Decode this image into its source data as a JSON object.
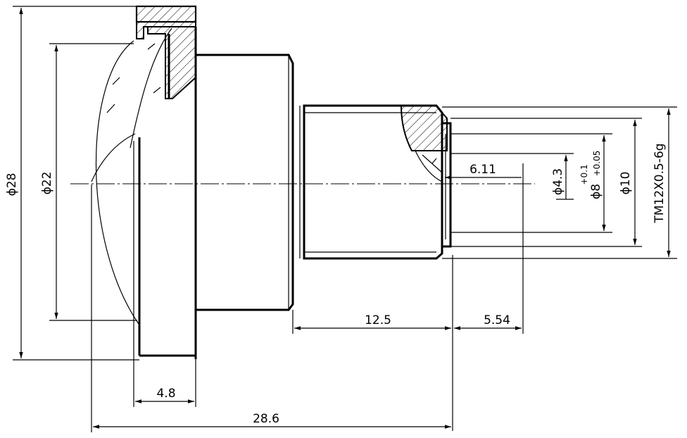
{
  "dimensions": {
    "d28": "ϕ28",
    "d22": "ϕ22",
    "d43": "ϕ4.3",
    "d8": "ϕ8",
    "d8_upper_tol": "+0.1",
    "d8_lower_tol": "+0.05",
    "d10": "ϕ10",
    "thread": "TM12X0.5-6g",
    "len_611": "6.11",
    "len_125": "12.5",
    "len_554": "5.54",
    "len_48": "4.8",
    "len_286": "28.6"
  }
}
